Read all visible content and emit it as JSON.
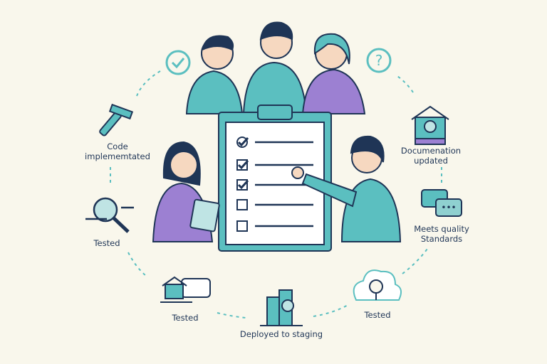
{
  "colors": {
    "background": "#f9f7ec",
    "teal": "#5bbfc0",
    "navy": "#1f3556",
    "purple": "#9c80d2",
    "skin": "#f6d8c0"
  },
  "checklist": {
    "checked": [
      true,
      true,
      true,
      false,
      false
    ]
  },
  "steps": [
    {
      "label": "Code\nimplememtated",
      "icon": "hammer-icon"
    },
    {
      "label": "Tested",
      "icon": "magnifier-icon"
    },
    {
      "label": "Tested",
      "icon": "chat-house-icon"
    },
    {
      "label": "Deployed to staging",
      "icon": "building-gear-icon"
    },
    {
      "label": "Tested",
      "icon": "cloud-lightbulb-icon"
    },
    {
      "label": "Meets quality\nStandards",
      "icon": "chat-bubbles-icon"
    },
    {
      "label": "Documenation\nupdated",
      "icon": "house-gear-icon"
    }
  ],
  "top_icons": {
    "left": "check-circle-icon",
    "right": "question-circle-icon"
  }
}
